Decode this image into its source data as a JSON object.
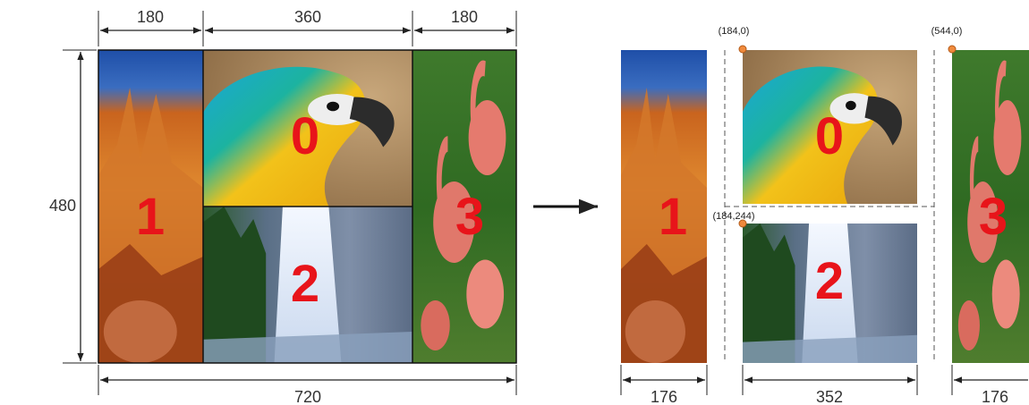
{
  "left_layout": {
    "width_top": [
      "180",
      "360",
      "180"
    ],
    "height_label": "480",
    "width_total": "720",
    "tiles": [
      "1",
      "0",
      "2",
      "3"
    ]
  },
  "right_layout": {
    "width_bottom": [
      "176",
      "352",
      "176"
    ],
    "coords": [
      "(184,0)",
      "(544,0)",
      "(184,244)"
    ],
    "tiles": [
      "1",
      "0",
      "2",
      "3"
    ]
  },
  "colors": {
    "marker": "#f08a3c",
    "label": "#e8141a",
    "line": "#222222"
  }
}
